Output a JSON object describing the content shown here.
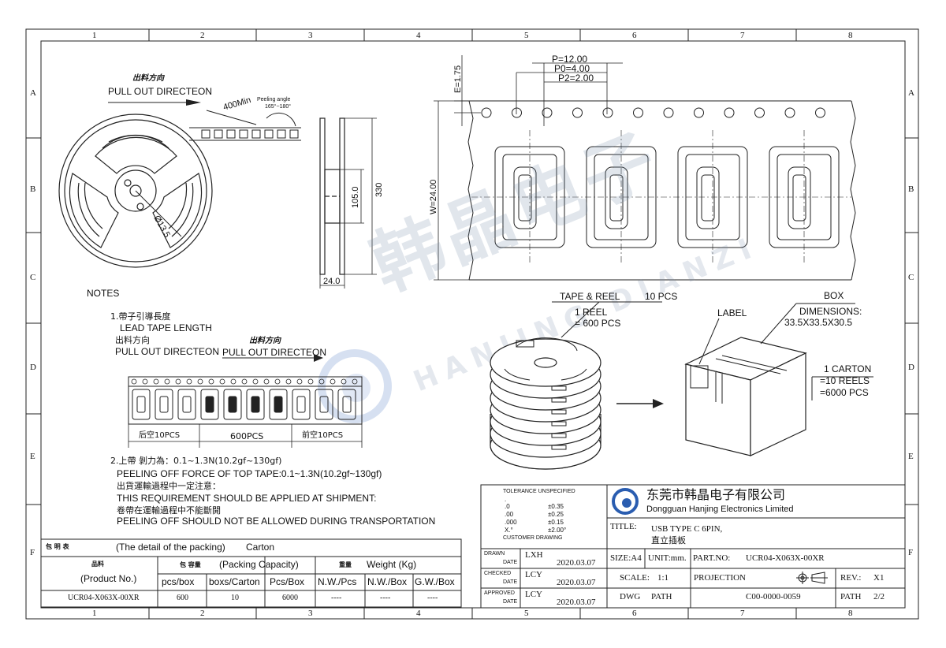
{
  "frame": {
    "columns": [
      "1",
      "2",
      "3",
      "4",
      "5",
      "6",
      "7",
      "8"
    ],
    "rows": [
      "A",
      "B",
      "C",
      "D",
      "E",
      "F"
    ]
  },
  "reel_view": {
    "pull_out_cn": "出料方向",
    "pull_out_en": "PULL OUT DIRECTEON",
    "leader_length": "400Min",
    "peeling_angle_label": "Peeling angle",
    "peeling_angle_value": "165°~180°",
    "hub_diameter": "Ø13.5",
    "dim_330": "330",
    "dim_105": "105.0",
    "dim_24": "24.0"
  },
  "tape_view": {
    "p": "P=12.00",
    "p0": "P0=4.00",
    "p2": "P2=2.00",
    "e": "E=1.75",
    "w": "W=24.00"
  },
  "packing": {
    "tape_reel_title": "TAPE & REEL",
    "tape_reel_qty": "10 PCS",
    "reel_line1": "1 REEL",
    "reel_line2": "= 600 PCS",
    "box_title": "BOX",
    "label": "LABEL",
    "dimensions_title": "DIMENSIONS:",
    "dimensions_value": "33.5X33.5X30.5",
    "carton_line1": "1 CARTON",
    "carton_line2": "=10 REELS",
    "carton_line3": "=6000 PCS"
  },
  "notes": {
    "title": "NOTES",
    "n1_cn": "1.帶子引導長度",
    "n1_en": "LEAD TAPE LENGTH",
    "n1_dir_cn": "出料方向",
    "n1_dir_en": "PULL OUT DIRECTEON",
    "n1_dir2_cn": "出料方向",
    "n1_dir2_en": "PULL OUT DIRECTEON",
    "seg_rear": "后空10PCS",
    "seg_mid": "600PCS",
    "seg_front": "前空10PCS",
    "n2_cn": "2.上帶 剝力為：0.1~1.3N(10.2gf~130gf)",
    "n2_en": "PEELING OFF FORCE OF TOP TAPE:0.1~1.3N(10.2gf~130gf)",
    "n3_cn": "出貨運輸過程中一定注意：",
    "n3_en": "THIS REQUIREMENT SHOULD BE APPLIED AT SHIPMENT:",
    "n4_cn": "卷帶在運輸過程中不能斷開",
    "n4_en": "PEELING OFF SHOULD NOT BE ALLOWED DURING TRANSPORTATION"
  },
  "watermark": {
    "cn": "韩晶电子",
    "en": "HANJING DIANZI"
  },
  "packing_table": {
    "title_cn": "包 明 表",
    "title_en": "(The detail of the packing)",
    "title_suffix": "Carton",
    "product_cn": "品料",
    "product_en": "(Product No.)",
    "capacity_cn": "包 容量",
    "capacity_en": "(Packing Capacity)",
    "weight_cn": "重量",
    "weight_en": "Weight (Kg)",
    "headers": [
      "pcs/box",
      "boxs/Carton",
      "Pcs/Box",
      "N.W./Pcs",
      "N.W./Box",
      "G.W./Box"
    ],
    "row": [
      "UCR04-X063X-00XR",
      "600",
      "10",
      "6000",
      "----",
      "----",
      "----"
    ]
  },
  "title_block": {
    "tolerance_title": "TOLERANCE UNSPECIFIED",
    "tolerances": [
      {
        "k": ".",
        "v": ""
      },
      {
        "k": ".0",
        "v": "±0.35"
      },
      {
        "k": ".00",
        "v": "±0.25"
      },
      {
        "k": ".000",
        "v": "±0.15"
      },
      {
        "k": "X.°",
        "v": "±2.00°"
      }
    ],
    "customer_drawing": "CUSTOMER DRAWING",
    "company_cn": "东莞市韩晶电子有限公司",
    "company_en": "Dongguan Hanjing Electronics Limited",
    "title_label": "TITLE:",
    "title_line1": "USB TYPE C 6PIN,",
    "title_line2": "直立插板",
    "drawn_label": "DRAWN",
    "drawn_by": "LXH",
    "drawn_date": "2020.03.07",
    "checked_label": "CHECKED",
    "checked_by": "LCY",
    "checked_date": "2020.03.07",
    "approved_label": "APPROVED",
    "approved_by": "LCY",
    "approved_date": "2020.03.07",
    "date_label": "DATE",
    "size": "SIZE:A4",
    "unit": "UNIT:mm.",
    "part_no_label": "PART.NO:",
    "part_no": "UCR04-X063X-00XR",
    "scale_label": "SCALE:",
    "scale": "1:1",
    "projection": "PROJECTION",
    "rev_label": "REV.:",
    "rev": "X1",
    "dwg": "DWG",
    "path": "PATH",
    "dwg_no": "C00-0000-0059",
    "path2": "PATH",
    "sheet": "2/2"
  }
}
